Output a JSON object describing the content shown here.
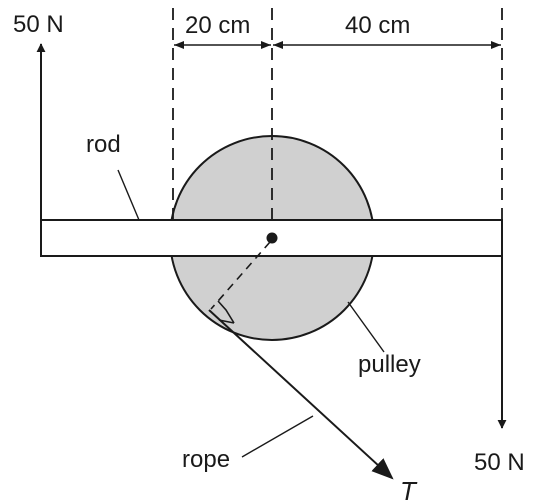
{
  "labels": {
    "force_left": "50 N",
    "force_right": "50 N",
    "dim_left": "20 cm",
    "dim_right": "40 cm",
    "rod": "rod",
    "pulley": "pulley",
    "rope": "rope",
    "tension": "T"
  },
  "colors": {
    "line": "#1a1a1a",
    "pulley_fill": "#d0d0d0",
    "rod_fill": "#ffffff"
  }
}
